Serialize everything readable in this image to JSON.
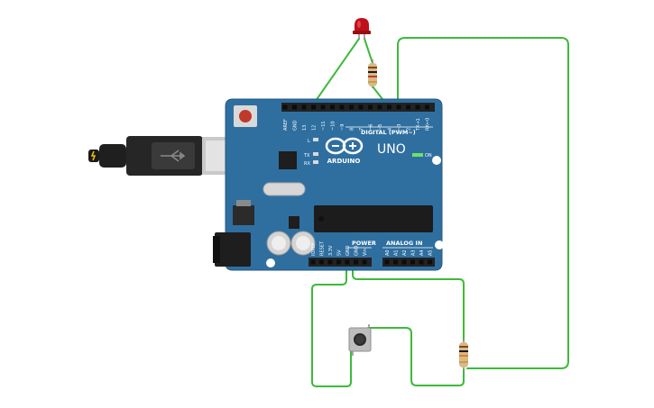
{
  "board": {
    "logo": "ARDUINO",
    "model": "UNO",
    "digital_header_label": "DIGITAL (PWM~)",
    "digital_pins": [
      "AREF",
      "GND",
      "13",
      "12",
      "~11",
      "~10",
      "~9",
      "8",
      "7",
      "~6",
      "~5",
      "4",
      "~3",
      "2",
      "TX→1",
      "RX←0"
    ],
    "power_header_label": "POWER",
    "power_pins": [
      "IOREF",
      "RESET",
      "3.3V",
      "5V",
      "GND",
      "GND",
      "Vin"
    ],
    "analog_header_label": "ANALOG IN",
    "analog_pins": [
      "A0",
      "A1",
      "A2",
      "A3",
      "A4",
      "A5"
    ],
    "leds": {
      "l": "L",
      "tx": "TX",
      "rx": "RX",
      "on": "ON"
    }
  },
  "components": {
    "led": {
      "color": "#c0101a"
    },
    "push_button": {
      "state": "released"
    },
    "resistors": 2
  },
  "wire_color": "#3dba3a",
  "board_color": "#2f6fa0"
}
